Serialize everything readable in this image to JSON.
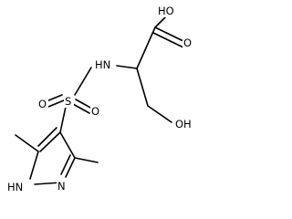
{
  "molecule": {
    "atoms": {
      "carboxyl_oh": "HO",
      "carbonyl_o": "O",
      "amide_nh": "HN",
      "hydroxyl_oh": "OH",
      "sulfur": "S",
      "sulfonyl_o_left": "O",
      "sulfonyl_o_right": "O",
      "ring_nh": "HN",
      "ring_n": "N"
    }
  }
}
